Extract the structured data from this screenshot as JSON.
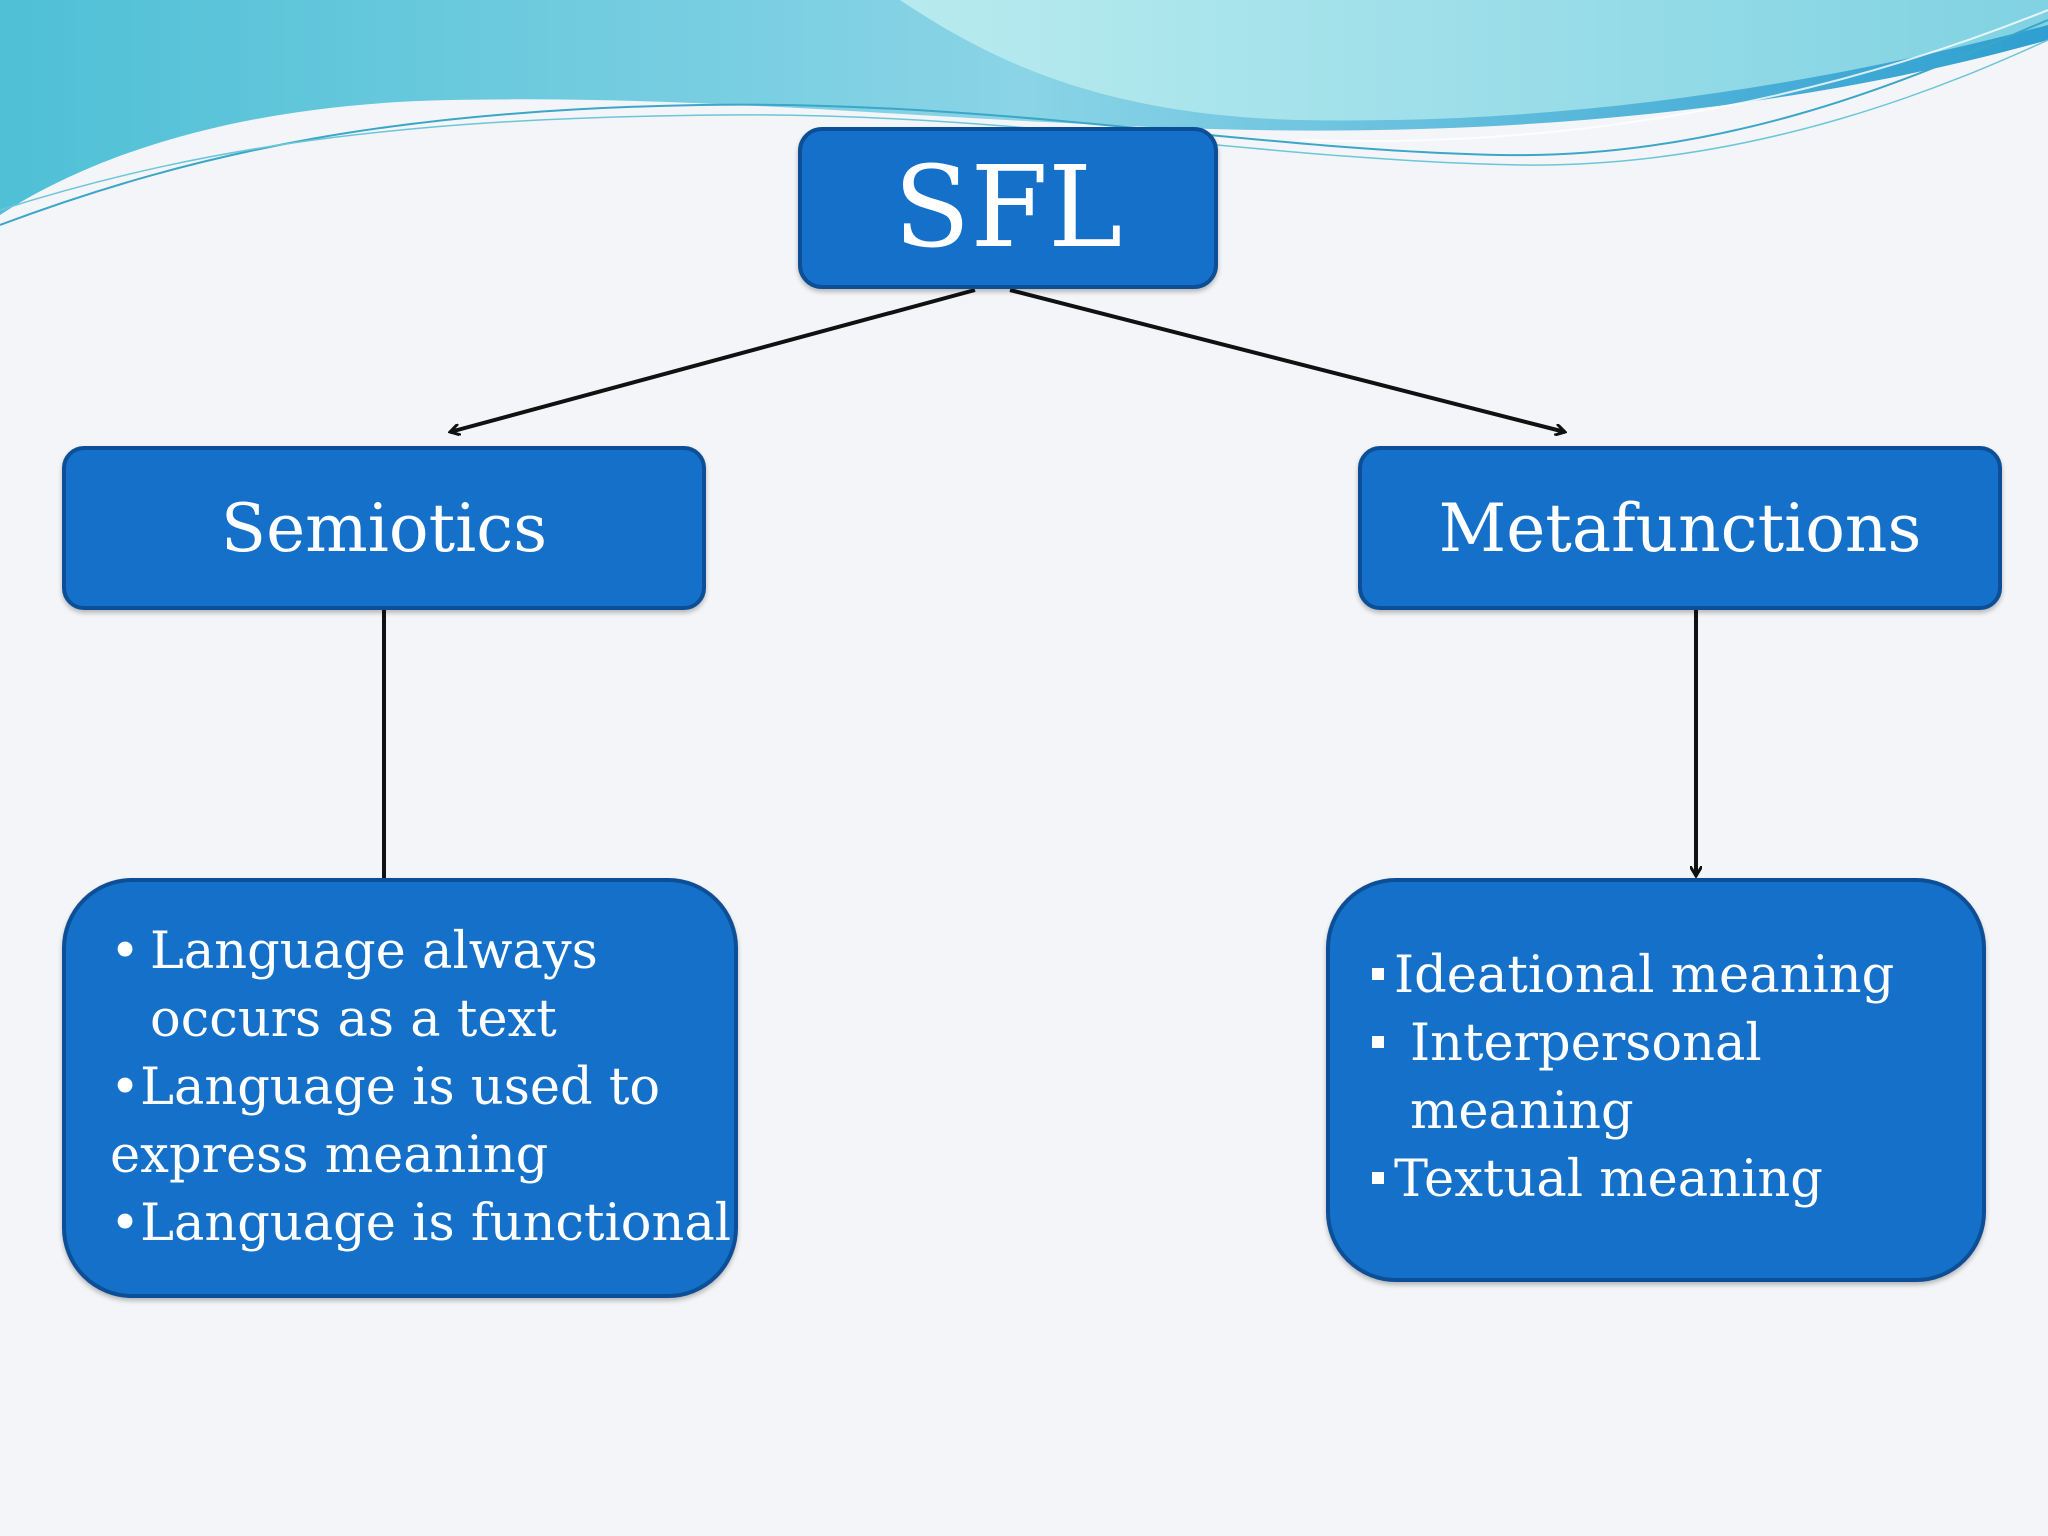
{
  "diagram": {
    "root": {
      "label": "SFL"
    },
    "branches": [
      {
        "label": "Semiotics",
        "details": [
          {
            "marker": "•",
            "text": "Language always",
            "continuation": "occurs as a text"
          },
          {
            "marker": "•",
            "text": "Language is used to",
            "continuation": "express meaning"
          },
          {
            "marker": "•",
            "text": "Language is functional"
          }
        ]
      },
      {
        "label": "Metafunctions",
        "details": [
          {
            "marker": "square",
            "text": "Ideational meaning"
          },
          {
            "marker": "square",
            "text": "Interpersonal",
            "continuation": "meaning"
          },
          {
            "marker": "square",
            "text": "Textual meaning"
          }
        ]
      }
    ],
    "colors": {
      "box_fill": "#1470c9",
      "box_border": "#0d4f96",
      "text": "#ffffff",
      "arrow": "#111111",
      "background": "#f4f5f8",
      "wave_light": "#a8e6ea",
      "wave_mid": "#5fc3d8",
      "wave_deep": "#2a9bc9"
    }
  }
}
